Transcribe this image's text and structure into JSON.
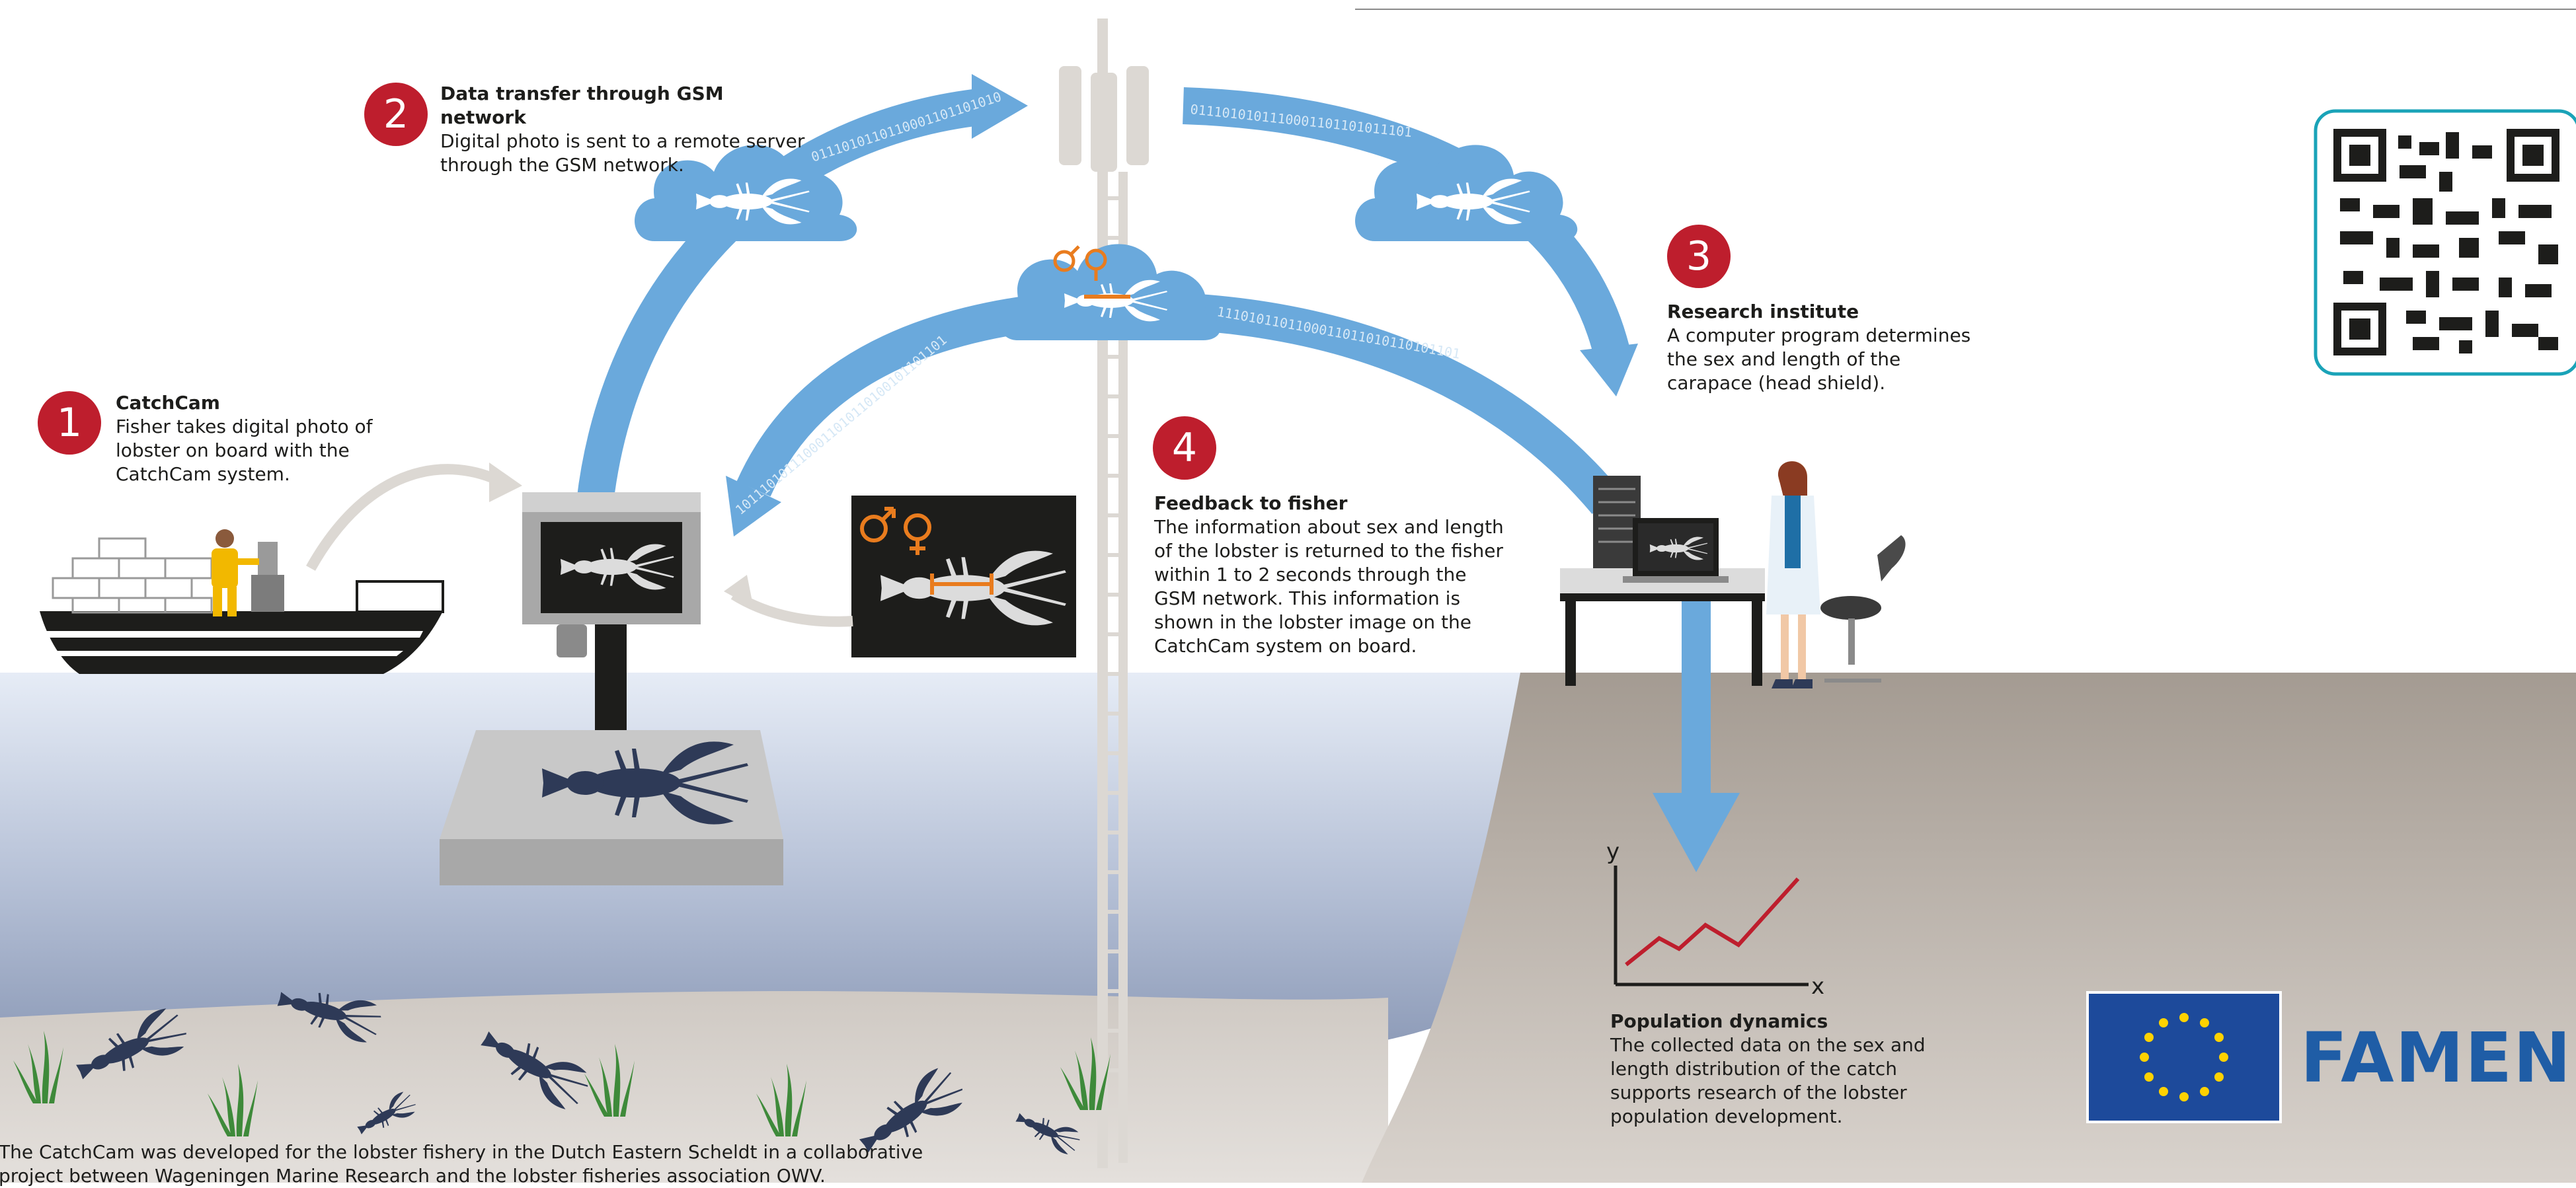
{
  "steps": [
    {
      "number": "1",
      "title": "CatchCam",
      "body": "Fisher takes digital photo of lobster on board with the CatchCam system."
    },
    {
      "number": "2",
      "title": "Data transfer through GSM network",
      "body": "Digital photo is sent to a remote server through the GSM network."
    },
    {
      "number": "3",
      "title": "Research institute",
      "body": "A computer program determines the sex and length of the carapace (head shield)."
    },
    {
      "number": "4",
      "title": "Feedback to fisher",
      "body": "The information about sex and length of the lobster is returned to the fisher within 1 to 2 seconds through the GSM network. This information is shown in the lobster image on the CatchCam system on board."
    }
  ],
  "population": {
    "title": "Population dynamics",
    "body": "The collected data on the sex and length distribution of the catch supports research of the lobster population development.",
    "axis_y": "y",
    "axis_x": "x"
  },
  "binary_streams": {
    "stream_a": "0111010110110001101101010",
    "stream_b": "0111010101110001101101011101",
    "stream_c": "1110101101100011011010110101101",
    "stream_d": "1011101011100011010110100101101101"
  },
  "footer_note": "The CatchCam was developed for the lobster fishery in the Dutch Eastern Scheldt in a collaborative project between Wageningen Marine Research and the lobster fisheries association OWV.",
  "logo": {
    "name": "FAMENET"
  },
  "colors": {
    "accent_red": "#be1e2d",
    "arrow_blue": "#6aa9dc",
    "lobster_navy": "#2e3a57",
    "sex_orange": "#e97c1e",
    "logo_blue": "#1f5da6",
    "eu_blue": "#1d4a9b",
    "eu_star": "#ffd200",
    "qr_border": "#1aa3b8"
  },
  "icons": {
    "male_female": "male-female-symbols",
    "lobster": "lobster-icon",
    "cloud": "cloud-icon",
    "gsm_tower": "gsm-tower-icon"
  }
}
